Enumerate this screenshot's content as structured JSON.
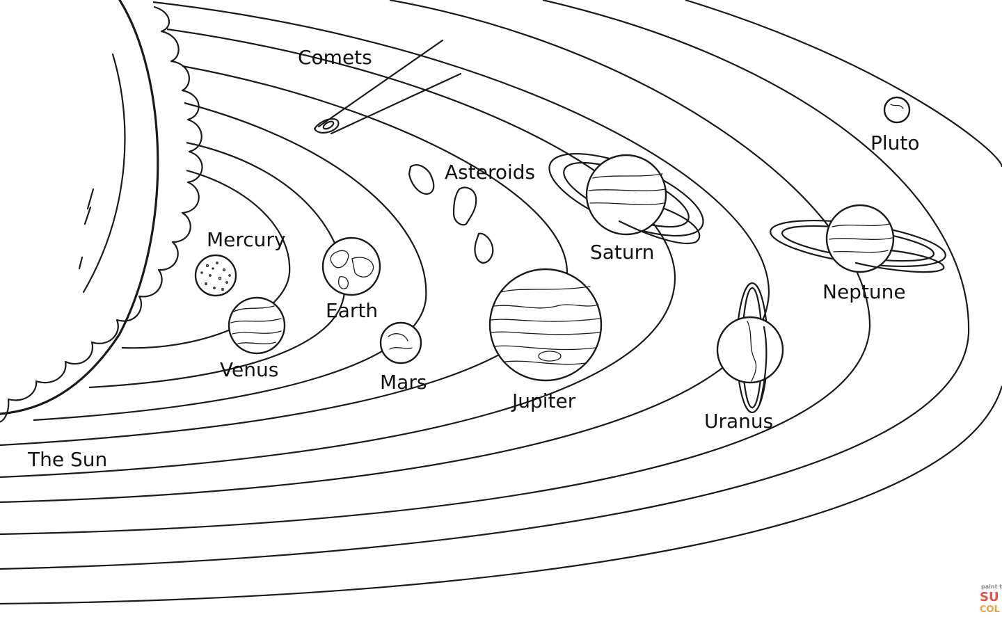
{
  "labels": {
    "sun": "The Sun",
    "mercury": "Mercury",
    "venus": "Venus",
    "earth": "Earth",
    "mars": "Mars",
    "jupiter": "Jupiter",
    "saturn": "Saturn",
    "uranus": "Uranus",
    "neptune": "Neptune",
    "pluto": "Pluto",
    "comets": "Comets",
    "asteroids": "Asteroids"
  },
  "watermark": {
    "line1": "paint the",
    "line2": "SU",
    "line3": "COL"
  },
  "colors": {
    "ink": "#1a1a1a",
    "background": "#ffffff",
    "watermark_red": "#e8504a",
    "watermark_blue": "#3fa9d8",
    "watermark_orange": "#f2a03a"
  }
}
